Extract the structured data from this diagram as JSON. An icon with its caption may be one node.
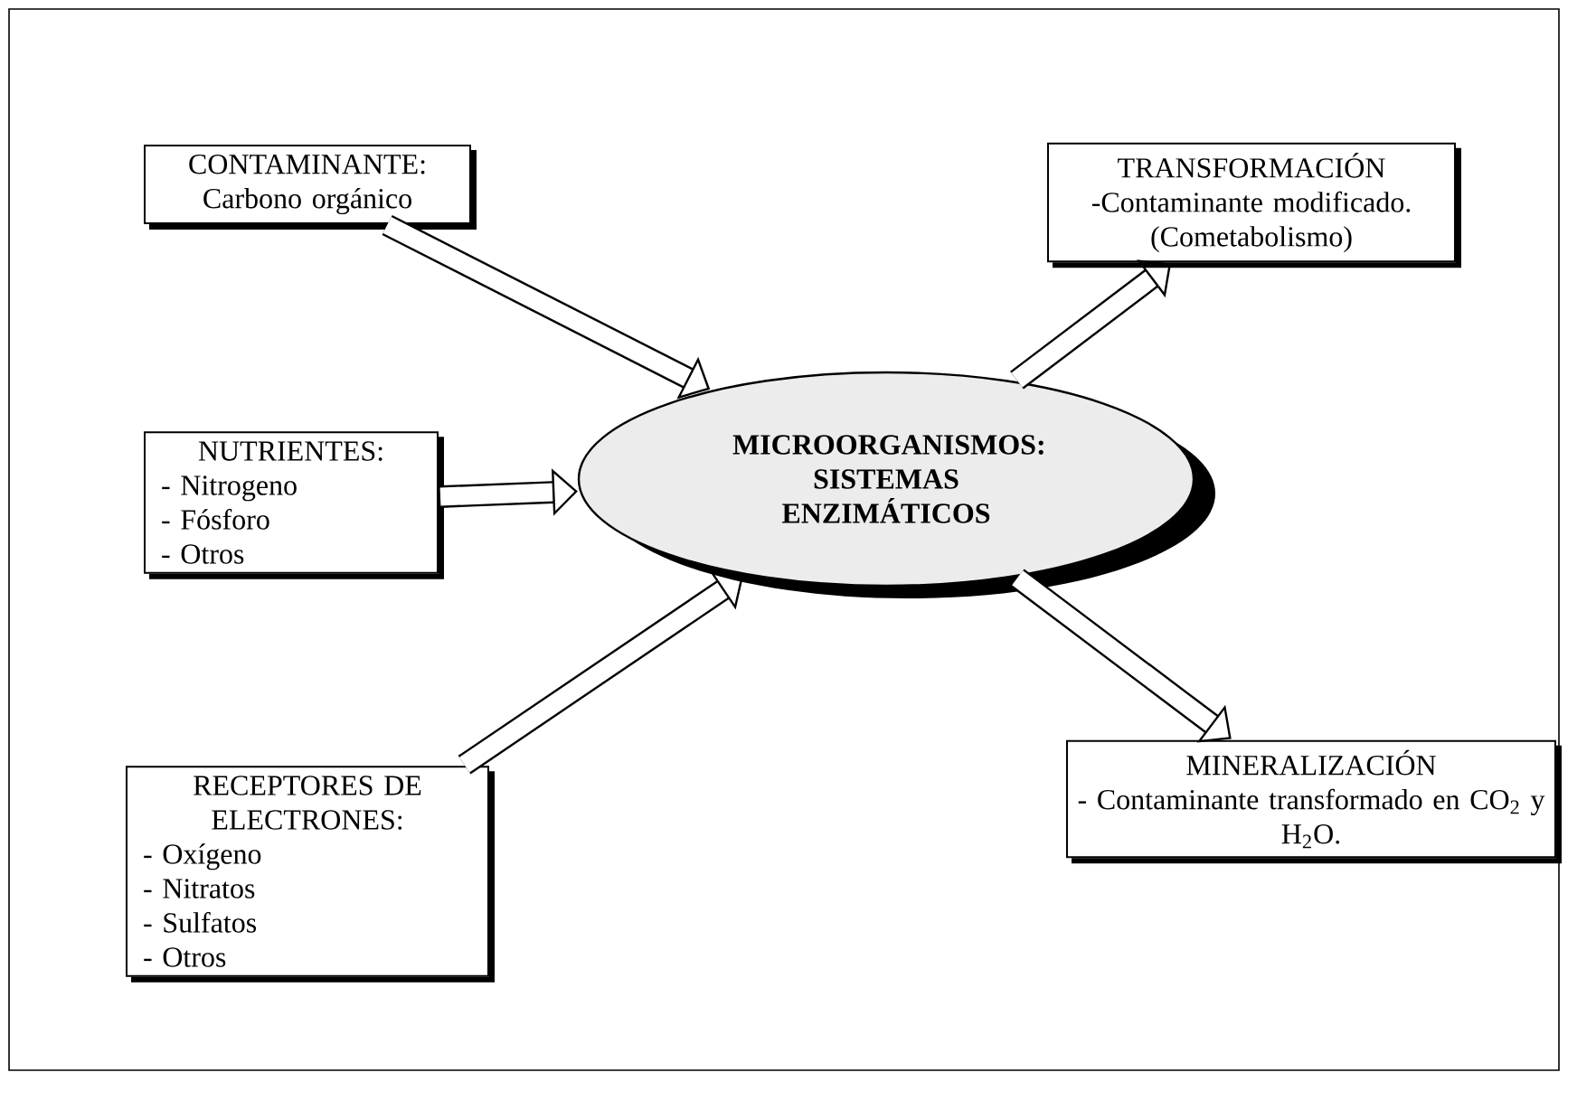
{
  "diagram": {
    "nodes": [
      {
        "text": [
          "CONTAMINANTE:",
          "Carbono orgánico"
        ]
      },
      {
        "text": [
          "NUTRIENTES:",
          "- Nitrogeno",
          "- Fósforo",
          "- Otros"
        ]
      },
      {
        "text": [
          "RECEPTORES DE ELECTRONES:",
          "- Oxígeno",
          "- Nitratos",
          "- Sulfatos",
          "- Otros"
        ]
      },
      {
        "text": [
          "MICROORGANISMOS: SISTEMAS ENZIMÁTICOS"
        ]
      },
      {
        "text": [
          "TRANSFORMACIÓN",
          "-Contaminante modificado. (Cometabolismo)"
        ]
      },
      {
        "text": [
          "MINERALIZACIÓN",
          "- Contaminante transformado en CO$_{2}$ y H$_{2}$O."
        ]
      }
    ],
    "edges": [
      {
        "from": 0,
        "to": 3,
        "arrow": "to"
      },
      {
        "from": 1,
        "to": 3,
        "arrow": "to"
      },
      {
        "from": 2,
        "to": 3,
        "arrow": "to"
      },
      {
        "from": 3,
        "to": 4,
        "arrow": "to"
      },
      {
        "from": 3,
        "to": 5,
        "arrow": "to"
      }
    ]
  }
}
